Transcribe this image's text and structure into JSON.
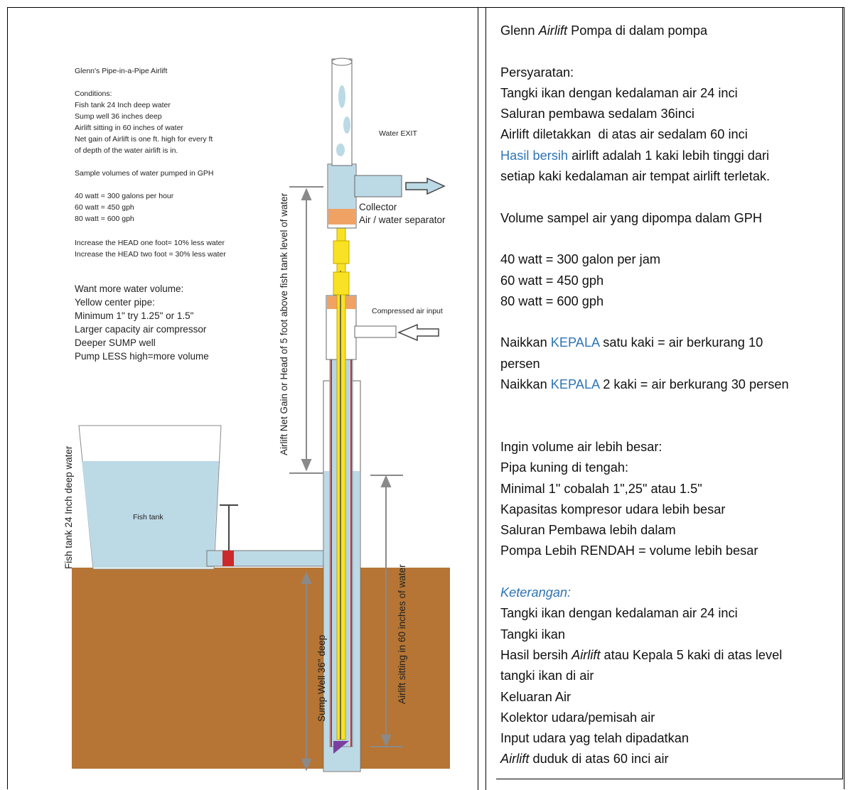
{
  "diagram": {
    "title": "Glenn's Pipe-in-a-Pipe Airlift",
    "conditions_heading": "Conditions:",
    "conditions": [
      "Fish tank 24 Inch deep water",
      "Sump well 36 inches deep",
      "Airlift sitting in 60 inches of water",
      "Net gain of Airlift is one ft. high for every ft",
      "of depth of the water airlift is in."
    ],
    "sample_heading": "Sample volumes of water pumped in GPH",
    "samples": [
      "40 watt = 300 galons per hour",
      "60 watt = 450 gph",
      "80 watt = 600 gph"
    ],
    "head_notes": [
      "Increase the HEAD one foot= 10% less water",
      "Increase the HEAD two foot = 30% less water"
    ],
    "want_more": [
      "Want more water volume:",
      "Yellow center pipe:",
      "Minimum 1\" try 1.25\" or 1.5\"",
      "Larger capacity air compressor",
      "Deeper SUMP well",
      "Pump LESS high=more volume"
    ],
    "water_exit": "Water EXIT",
    "collector": "Collector",
    "separator": "Air / water separator",
    "compressed_air": "Compressed air input",
    "fish_tank": "Fish tank",
    "fish_tank_depth": "Fish tank 24 Inch deep water",
    "net_gain": "Airlift Net Gain or Head of 5 foot above fish tank level of water",
    "sump_well": "Sump Well 36\" deep",
    "airlift_sitting": "Airlift sitting in 60 inches of water",
    "colors": {
      "water": "#bcd9e6",
      "pipe_blue": "#b5d6e5",
      "yellow": "#f8e223",
      "orange": "#f0a264",
      "ground": "#b67534",
      "red": "#cc2a2a",
      "arrow": "#8a8a8a"
    }
  },
  "translation": {
    "l01": "Glenn ",
    "l01_i": "Airlift",
    "l01_b": " Pompa di dalam pompa",
    "l02": "Persyaratan:",
    "l03": "Tangki ikan dengan kedalaman air 24 inci",
    "l04": "Saluran pembawa sedalam 36inci",
    "l05": "Airlift diletakkan  di atas air sedalam 60 inci",
    "l06_blue": "Hasil bersih",
    "l06": " airlift adalah 1 kaki lebih tinggi dari",
    "l07": "setiap kaki kedalaman air tempat airlift terletak.",
    "l08": "Volume sampel air yang dipompa dalam GPH",
    "l09": "40 watt = 300 galon per jam",
    "l10": "60 watt = 450 gph",
    "l11": "80 watt = 600 gph",
    "l12": "Naikkan ",
    "l12_blue": "KEPALA",
    "l12_b": " satu kaki = air berkurang 10",
    "l13": "persen",
    "l14": "Naikkan ",
    "l14_blue": "KEPALA",
    "l14_b": " 2 kaki = air berkurang 30 persen",
    "l15": "Ingin volume air lebih besar:",
    "l16": "Pipa kuning di tengah:",
    "l17": "Minimal 1\" cobalah 1\",25\" atau 1.5\"",
    "l18": "Kapasitas kompresor udara lebih besar",
    "l19": "Saluran Pembawa lebih dalam",
    "l20": "Pompa Lebih RENDAH = volume lebih besar",
    "l21": "Keterangan:",
    "l22": "Tangki ikan dengan kedalaman air 24 inci",
    "l23": "Tangki ikan",
    "l24": "Hasil bersih ",
    "l24_i": "Airlift",
    "l24_b": " atau Kepala 5 kaki di atas level",
    "l25": "tangki ikan di air",
    "l26": "Keluaran Air",
    "l27": "Kolektor udara/pemisah air",
    "l28": "Input udara yag telah dipadatkan",
    "l29_i": "Airlift",
    "l29": " duduk di atas 60 inci air"
  }
}
